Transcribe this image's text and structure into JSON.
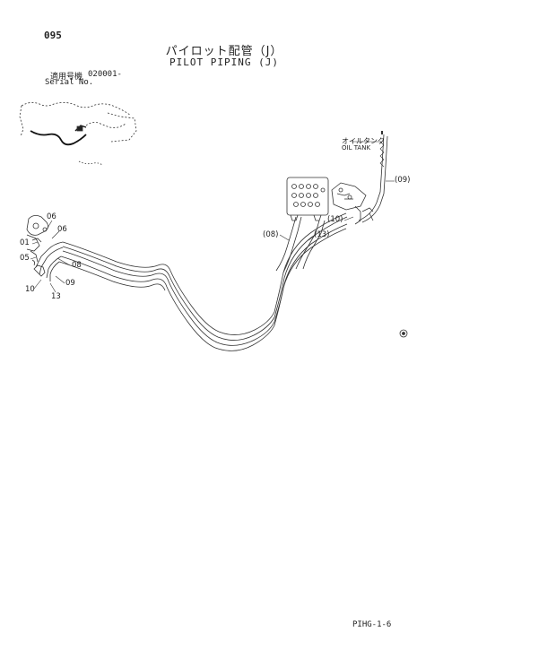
{
  "header": {
    "page_number": "095",
    "title_jp": "パイロット配管（J）",
    "title_en": "PILOT PIPING (J)",
    "serial_label_jp": "適用号機",
    "serial_value": "020001-",
    "serial_label_en": "Serial No."
  },
  "diagram": {
    "oil_tank_label_jp": "オイルタンク",
    "oil_tank_label_en": "OIL TANK",
    "part_labels": {
      "p06a": "06",
      "p06b": "06",
      "p01": "01",
      "p05": "05",
      "p08": "08",
      "p09": "09",
      "p10": "10",
      "p13": "13",
      "p08_ref": "(08)",
      "p13_ref": "(13)",
      "p10_ref": "(10)",
      "p09_ref": "(09)"
    }
  },
  "footer": {
    "code": "PIHG-1-6"
  }
}
